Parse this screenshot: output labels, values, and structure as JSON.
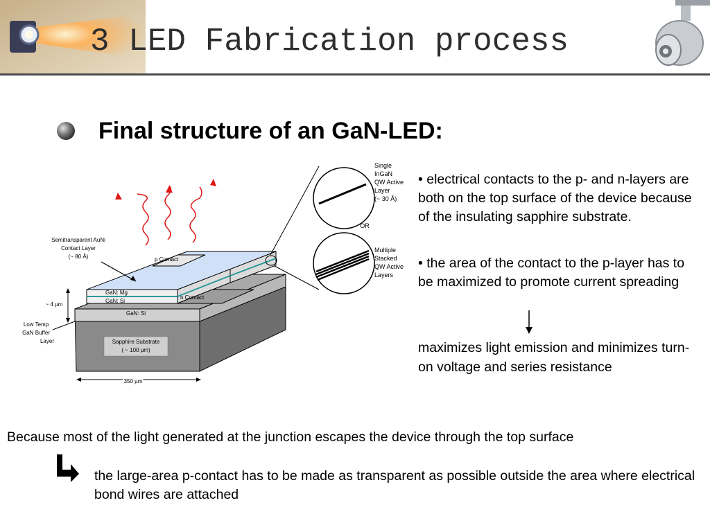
{
  "header": {
    "title": "3 LED Fabrication process"
  },
  "subtitle": "Final structure of an GaN-LED:",
  "diagram": {
    "label_contact_layer": [
      "Semitransparent AuNi",
      "Contact Layer",
      "(~ 80 Å)"
    ],
    "label_thickness": "~ 4 µm",
    "label_buffer": [
      "Low Temp",
      "GaN Buffer",
      "Layer"
    ],
    "label_p_contact": "p Contact",
    "label_n_contact": "n Contact",
    "label_gan_mg": "GaN: Mg",
    "label_gan_si_top": "GaN: Si",
    "label_gan_si": "GaN: Si",
    "label_substrate": [
      "Sapphire Substrate",
      "( ~ 100 µm)"
    ],
    "label_width": "350 µm",
    "label_single_qw": [
      "Single",
      "InGaN",
      "QW Active",
      "Layer",
      "(~ 30 Å)"
    ],
    "label_or": "OR",
    "label_multi_qw": [
      "Multiple",
      "Stacked",
      "QW Active",
      "Layers"
    ]
  },
  "bullets": [
    "• electrical contacts to the p- and n-layers are both on the top surface of the device because of the insulating sapphire substrate.",
    "• the area of the contact to the p-layer has to be maximized to promote current spreading"
  ],
  "result_text": "maximizes light emission and minimizes turn-on voltage and series resistance",
  "because_text": "Because most of the light generated at the junction escapes the device through the top surface",
  "conclusion_text": "the large-area p-contact has to be made as transparent as possible outside the area where electrical bond wires are attached"
}
